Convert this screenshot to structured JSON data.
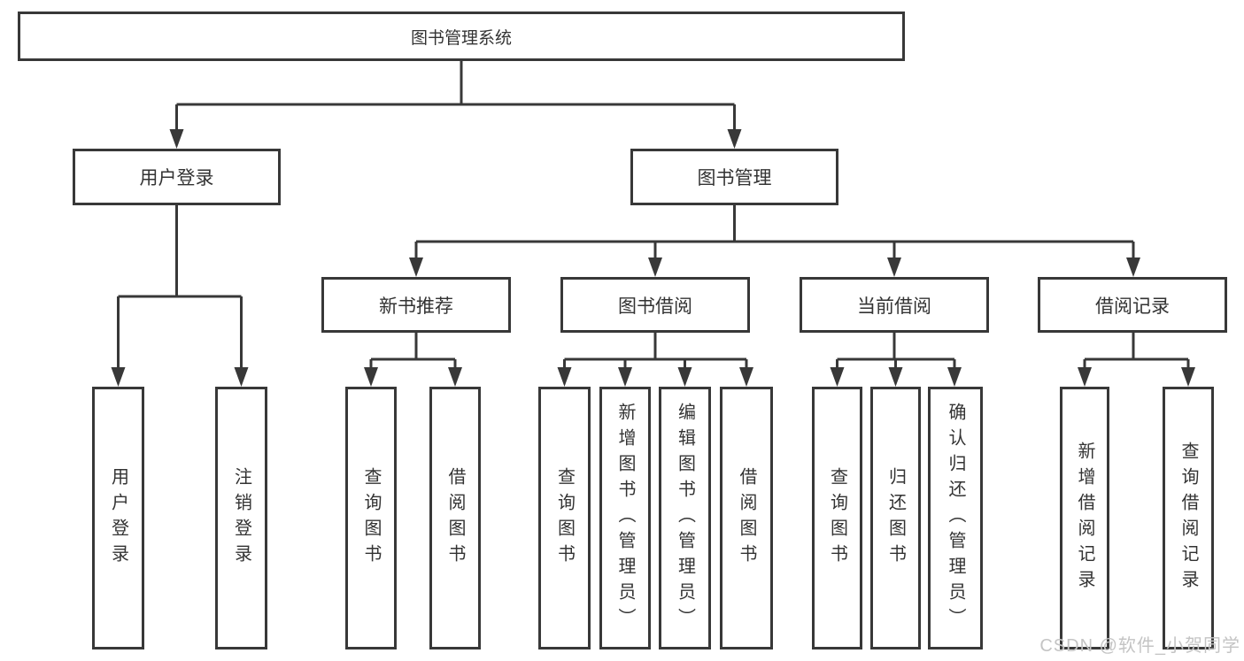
{
  "diagram": {
    "root": {
      "label": "图书管理系统"
    },
    "level2": [
      {
        "label": "用户登录"
      },
      {
        "label": "图书管理"
      }
    ],
    "level3": [
      {
        "label": "新书推荐"
      },
      {
        "label": "图书借阅"
      },
      {
        "label": "当前借阅"
      },
      {
        "label": "借阅记录"
      }
    ],
    "leaves": {
      "user_login": [
        {
          "label": "用户登录"
        },
        {
          "label": "注销登录"
        }
      ],
      "new_book_recommend": [
        {
          "label": "查询图书"
        },
        {
          "label": "借阅图书"
        }
      ],
      "book_borrowing": [
        {
          "label": "查询图书"
        },
        {
          "label": "新增图书（管理员）"
        },
        {
          "label": "编辑图书（管理员）"
        },
        {
          "label": "借阅图书"
        }
      ],
      "current_borrowing": [
        {
          "label": "查询图书"
        },
        {
          "label": "归还图书"
        },
        {
          "label": "确认归还（管理员）"
        }
      ],
      "borrowing_records": [
        {
          "label": "新增借阅记录"
        },
        {
          "label": "查询借阅记录"
        }
      ]
    }
  },
  "watermark": {
    "text": "CSDN @软件_小贺同学"
  },
  "colors": {
    "line": "#383838",
    "text": "#333333",
    "background": "#ffffff",
    "watermark": "#c4c4c4"
  }
}
